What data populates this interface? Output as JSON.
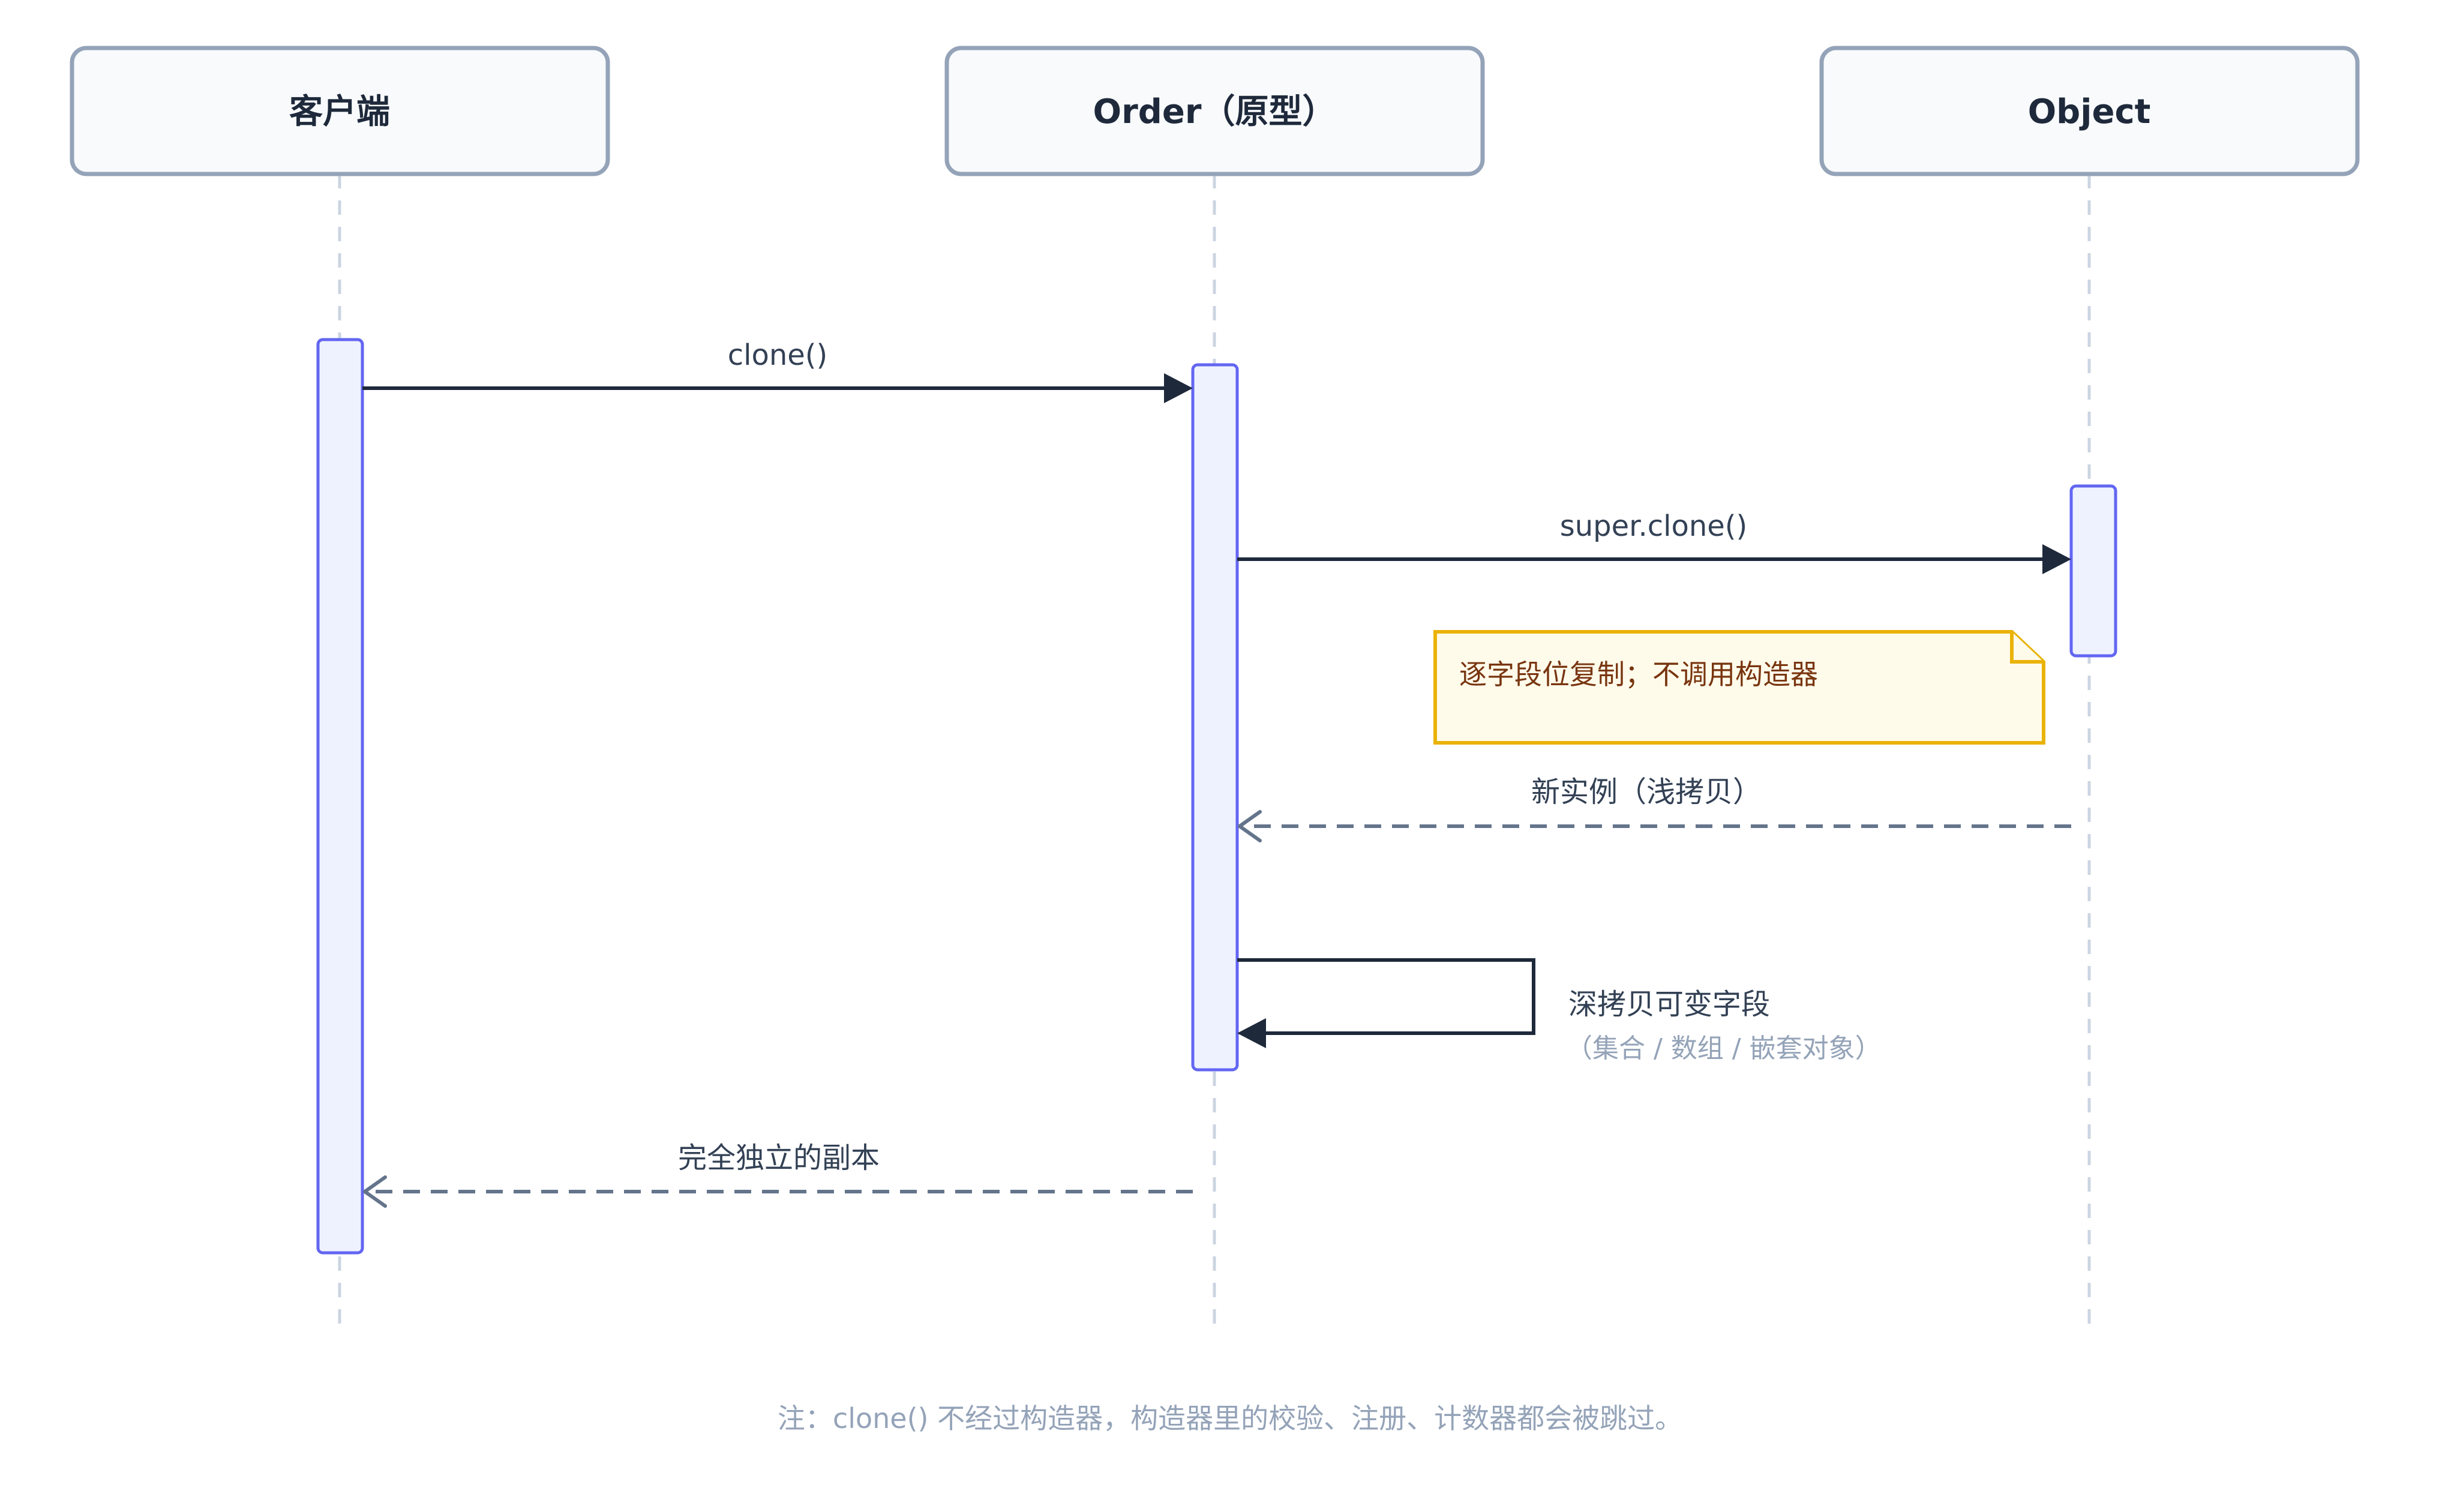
{
  "participants": [
    {
      "id": "client",
      "label": "客户端"
    },
    {
      "id": "order",
      "label": "Order（原型）"
    },
    {
      "id": "object",
      "label": "Object"
    }
  ],
  "messages": [
    {
      "id": "m1",
      "label": "clone()",
      "style": "solid"
    },
    {
      "id": "m2",
      "label": "super.clone()",
      "style": "solid"
    },
    {
      "id": "m3",
      "label": "新实例（浅拷贝）",
      "style": "dashed"
    },
    {
      "id": "m4",
      "label": "深拷贝可变字段",
      "sublabel": "（集合 / 数组 / 嵌套对象）",
      "style": "self"
    },
    {
      "id": "m5",
      "label": "完全独立的副本",
      "style": "dashed"
    }
  ],
  "note": {
    "text": "逐字段位复制；不调用构造器"
  },
  "footer": {
    "text": "注：clone() 不经过构造器，构造器里的校验、注册、计数器都会被跳过。"
  },
  "colors": {
    "participant_fill": "#f8fafc",
    "participant_stroke": "#94a3b8",
    "activation_fill": "#eef2ff",
    "activation_stroke": "#6366f1",
    "note_fill": "#fffbeb",
    "note_stroke": "#eab308",
    "arrow": "#1e293b",
    "return_arrow": "#64748b"
  }
}
